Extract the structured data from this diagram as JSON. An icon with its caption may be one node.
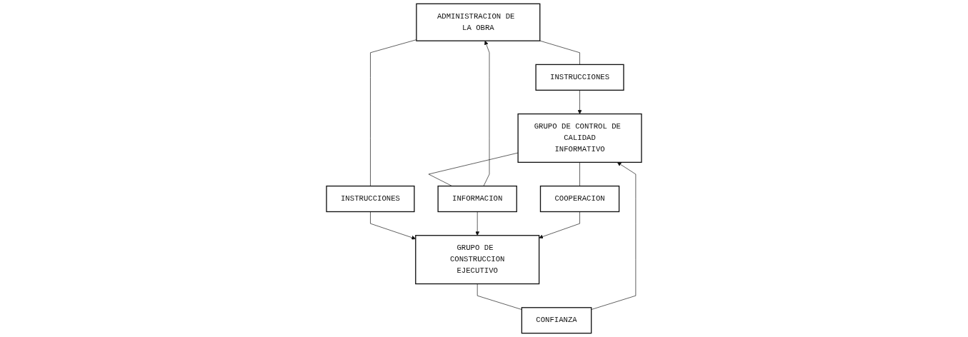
{
  "diagram": {
    "nodes": [
      {
        "text": [
          "ADMINISTRACION DE LA OBRA"
        ]
      },
      {
        "text": [
          "INSTRUCCIONES"
        ]
      },
      {
        "text": [
          "INSTRUCCIONES"
        ]
      },
      {
        "text": [
          "GRUPO DE CONTROL DE CALIDAD",
          "INFORMATIVO"
        ]
      },
      {
        "text": [
          "INFORMACION"
        ]
      },
      {
        "text": [
          "GRUPO DE CONSTRUCCION",
          "EJECUTIVO"
        ]
      },
      {
        "text": [
          "COOPERACION"
        ]
      },
      {
        "text": [
          "CONFIANZA"
        ]
      }
    ],
    "edges": [
      {
        "from": 0,
        "to": 1,
        "arrow": "none"
      },
      {
        "from": 1,
        "to": 3,
        "arrow": "to"
      },
      {
        "from": 0,
        "to": 2,
        "arrow": "none"
      },
      {
        "from": 2,
        "to": 5,
        "arrow": "to"
      },
      {
        "from": 3,
        "to": 4,
        "arrow": "none"
      },
      {
        "from": 4,
        "to": 0,
        "arrow": "to"
      },
      {
        "from": 4,
        "to": 5,
        "arrow": "to"
      },
      {
        "from": 3,
        "to": 6,
        "arrow": "none"
      },
      {
        "from": 6,
        "to": 5,
        "arrow": "to"
      },
      {
        "from": 5,
        "to": 7,
        "arrow": "none"
      },
      {
        "from": 7,
        "to": 3,
        "arrow": "to"
      }
    ]
  }
}
